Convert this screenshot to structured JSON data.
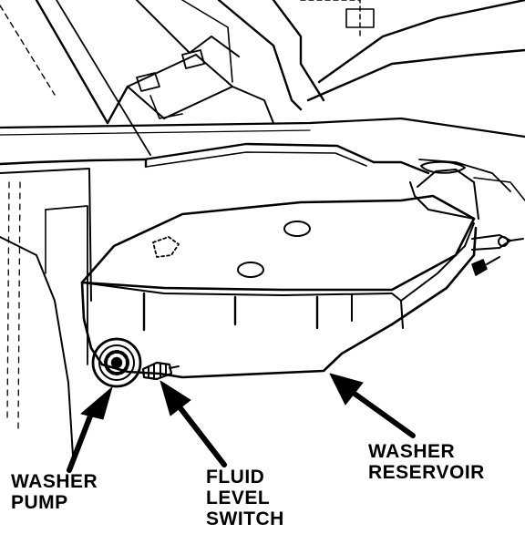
{
  "labels": {
    "washer_pump": [
      "WASHER",
      "PUMP"
    ],
    "fluid_level_switch": [
      "FLUID",
      "LEVEL",
      "SWITCH"
    ],
    "washer_reservoir": [
      "WASHER",
      "RESERVOIR"
    ]
  },
  "colors": {
    "ink": "#000000",
    "paper": "#ffffff"
  }
}
